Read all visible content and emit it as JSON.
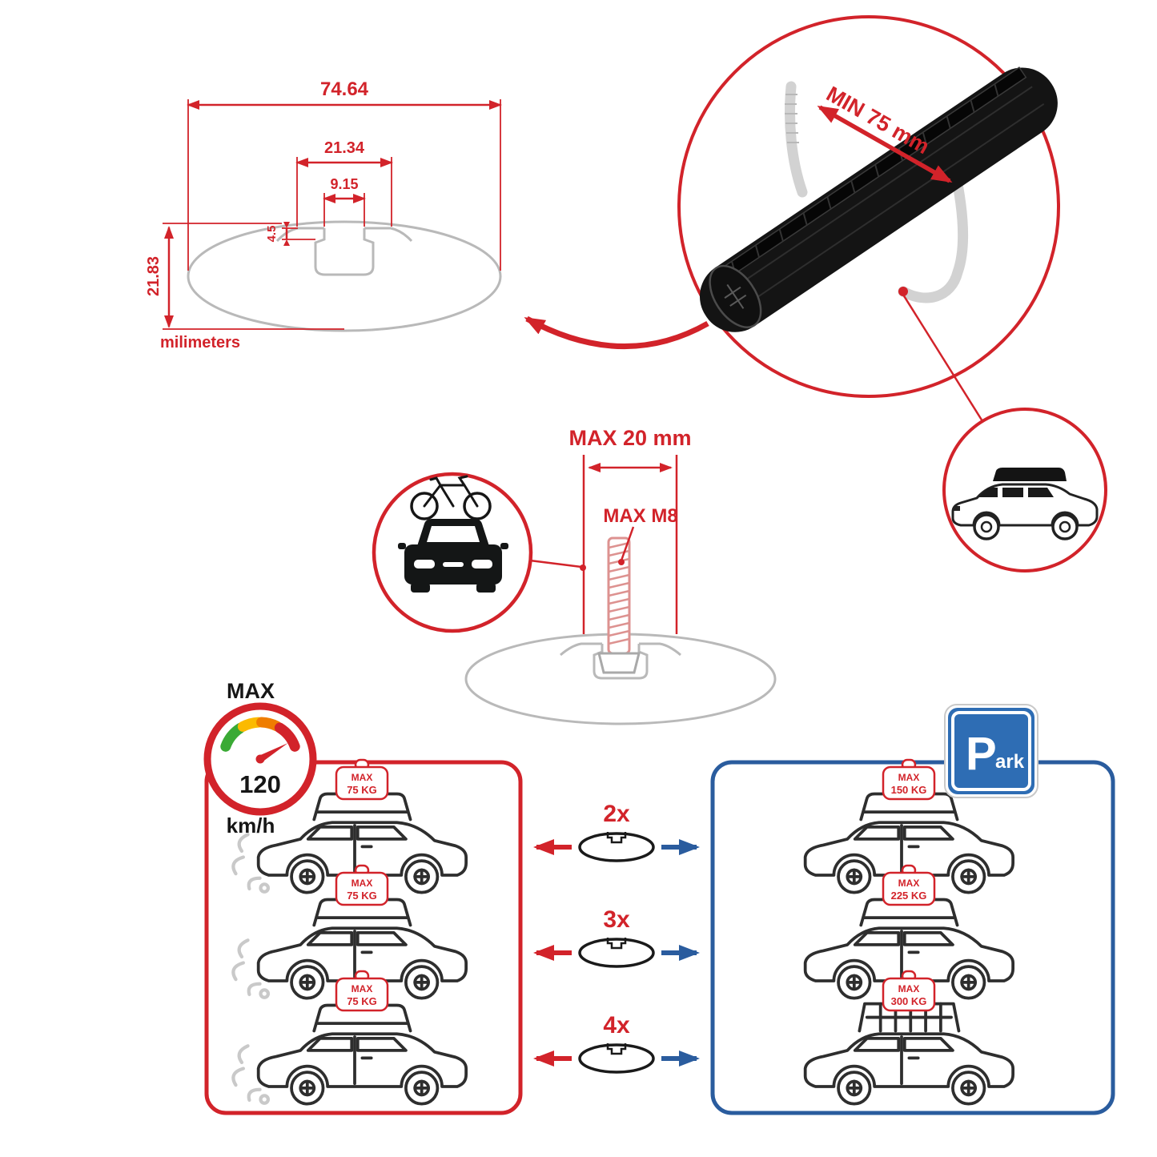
{
  "colors": {
    "red": "#d2232a",
    "blue_panel": "#2a5c9e",
    "blue_sign": "#2e6db4",
    "gray": "#b9b9b9",
    "dark": "#141414",
    "gauge_green": "#3aaa35",
    "gauge_yellow": "#fbba00",
    "gauge_orange": "#ef7d00"
  },
  "cross_section": {
    "dim_total_width": "74.64",
    "dim_channel_width": "21.34",
    "dim_slot_width": "9.15",
    "dim_slot_depth": "4.5",
    "dim_height": "21.83",
    "units_label": "milimeters"
  },
  "bar_detail": {
    "hook_min_label": "MIN 75 mm"
  },
  "bolt_detail": {
    "max_width_label": "MAX 20 mm",
    "max_thread_label": "MAX M8"
  },
  "speed_limit": {
    "max_label": "MAX",
    "value": "120",
    "units": "km/h"
  },
  "compat": {
    "multipliers": [
      {
        "label": "2x"
      },
      {
        "label": "3x"
      },
      {
        "label": "4x"
      }
    ],
    "driving_cars": [
      {
        "badge_max": "MAX",
        "badge_load": "75 KG"
      },
      {
        "badge_max": "MAX",
        "badge_load": "75 KG"
      },
      {
        "badge_max": "MAX",
        "badge_load": "75 KG"
      }
    ],
    "parked_cars": [
      {
        "badge_max": "MAX",
        "badge_load": "150 KG"
      },
      {
        "badge_max": "MAX",
        "badge_load": "225 KG"
      },
      {
        "badge_max": "MAX",
        "badge_load": "300 KG"
      }
    ]
  },
  "park_sign": {
    "letter": "P",
    "rest": "ark"
  },
  "icons": {
    "speedometer-icon": "speed gauge with colored arc and needle",
    "crossbar-3d-icon": "black aerodynamic roof crossbar",
    "suv-roofbox-icon": "SUV with rooftop cargo box",
    "bike-car-icon": "car front view with bicycle on roof",
    "crossbar-end-icon": "crossbar elliptical end profile",
    "park-sign": "blue parking sign"
  }
}
